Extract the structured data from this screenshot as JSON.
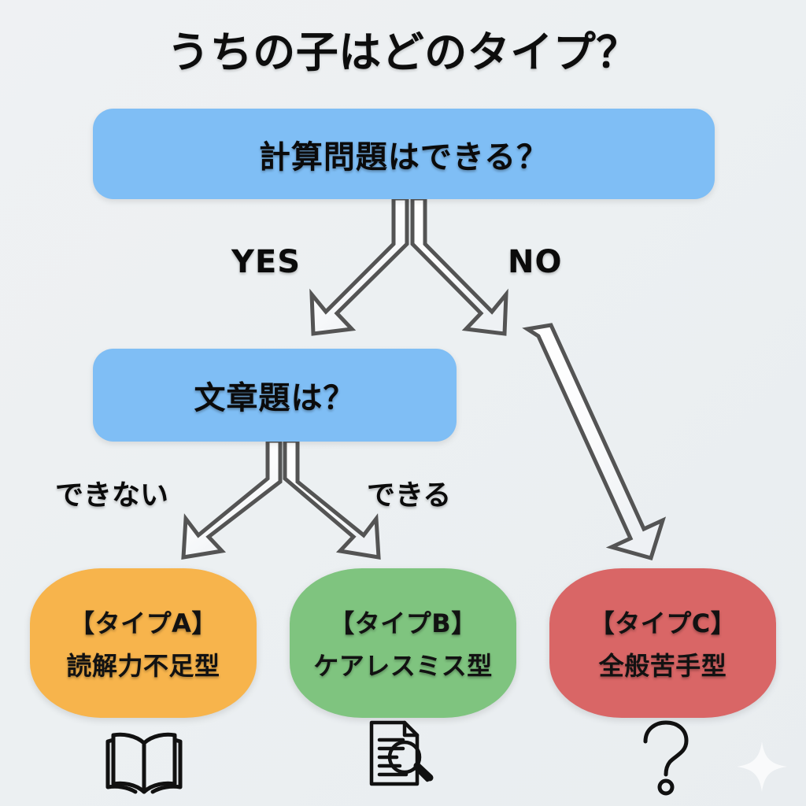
{
  "page": {
    "title": "うちの子はどのタイプ？",
    "background_color": "#eef1f3"
  },
  "colors": {
    "question_box": "#7fbef5",
    "type_a": "#f7b44c",
    "type_b": "#7fc47f",
    "type_c": "#d96666",
    "arrow_fill": "#ffffff",
    "arrow_stroke": "#545454",
    "text": "#0b0b0b"
  },
  "flow": {
    "questions": [
      {
        "id": "calc",
        "text": "計算問題はできる？"
      },
      {
        "id": "word",
        "text": "文章題は？"
      }
    ],
    "edges": [
      {
        "from": "calc",
        "to": "word",
        "label": "YES"
      },
      {
        "from": "calc",
        "to": "type_c",
        "label": "NO"
      },
      {
        "from": "word",
        "to": "type_a",
        "label": "できない"
      },
      {
        "from": "word",
        "to": "type_b",
        "label": "できる"
      }
    ],
    "results": [
      {
        "id": "type_a",
        "line1": "【タイプA】",
        "line2": "読解力不足型",
        "color": "#f7b44c",
        "icon": "open-book-icon"
      },
      {
        "id": "type_b",
        "line1": "【タイプB】",
        "line2": "ケアレスミス型",
        "color": "#7fc47f",
        "icon": "document-search-icon"
      },
      {
        "id": "type_c",
        "line1": "【タイプC】",
        "line2": "全般苦手型",
        "color": "#d96666",
        "icon": "question-mark-icon"
      }
    ]
  },
  "decorations": {
    "sparkle": "sparkle-icon"
  }
}
